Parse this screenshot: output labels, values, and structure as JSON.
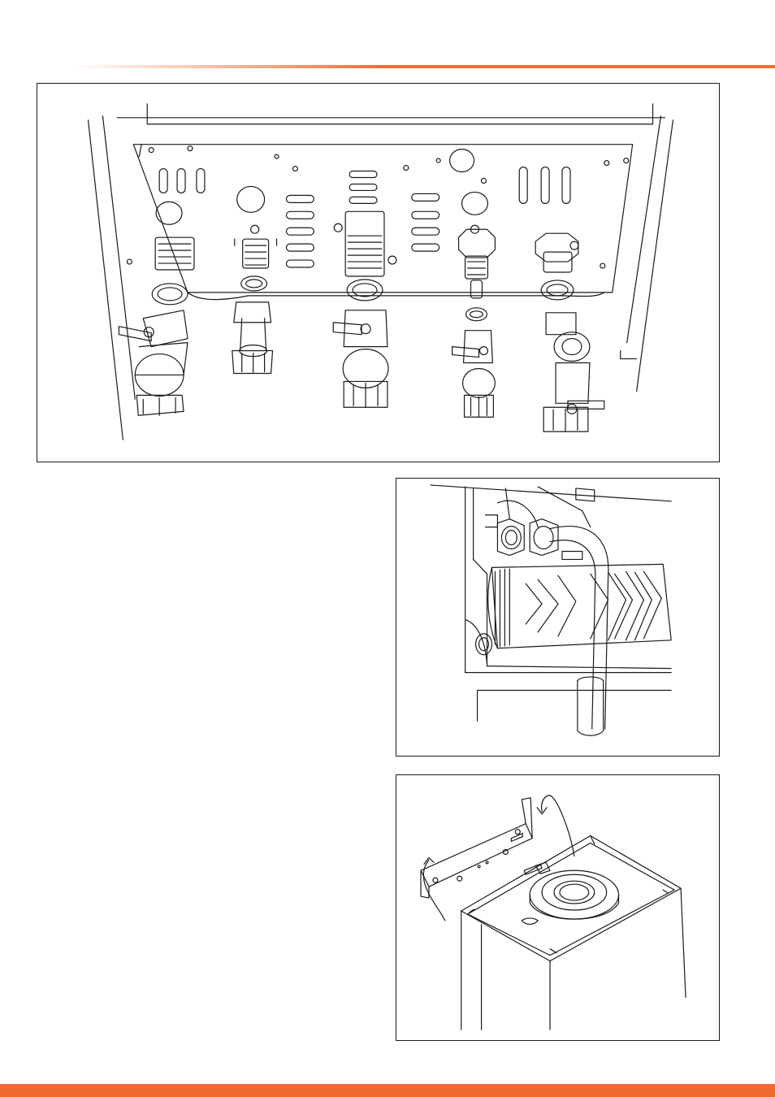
{
  "document": {
    "accent_color": "#ee6c32",
    "line_color": "#1a1a1a",
    "figures": [
      {
        "id": "valves",
        "icon": "connection-valves-illustration"
      },
      {
        "id": "exchanger",
        "icon": "heat-exchanger-pipe-illustration"
      },
      {
        "id": "bracket",
        "icon": "wall-bracket-boiler-illustration"
      }
    ]
  }
}
